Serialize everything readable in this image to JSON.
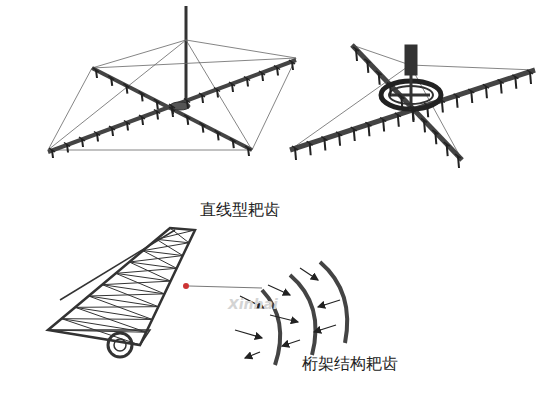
{
  "diagram": {
    "labels": [
      "直线型耙齿",
      "桁架结构耙齿",
      "Xinhai"
    ]
  }
}
